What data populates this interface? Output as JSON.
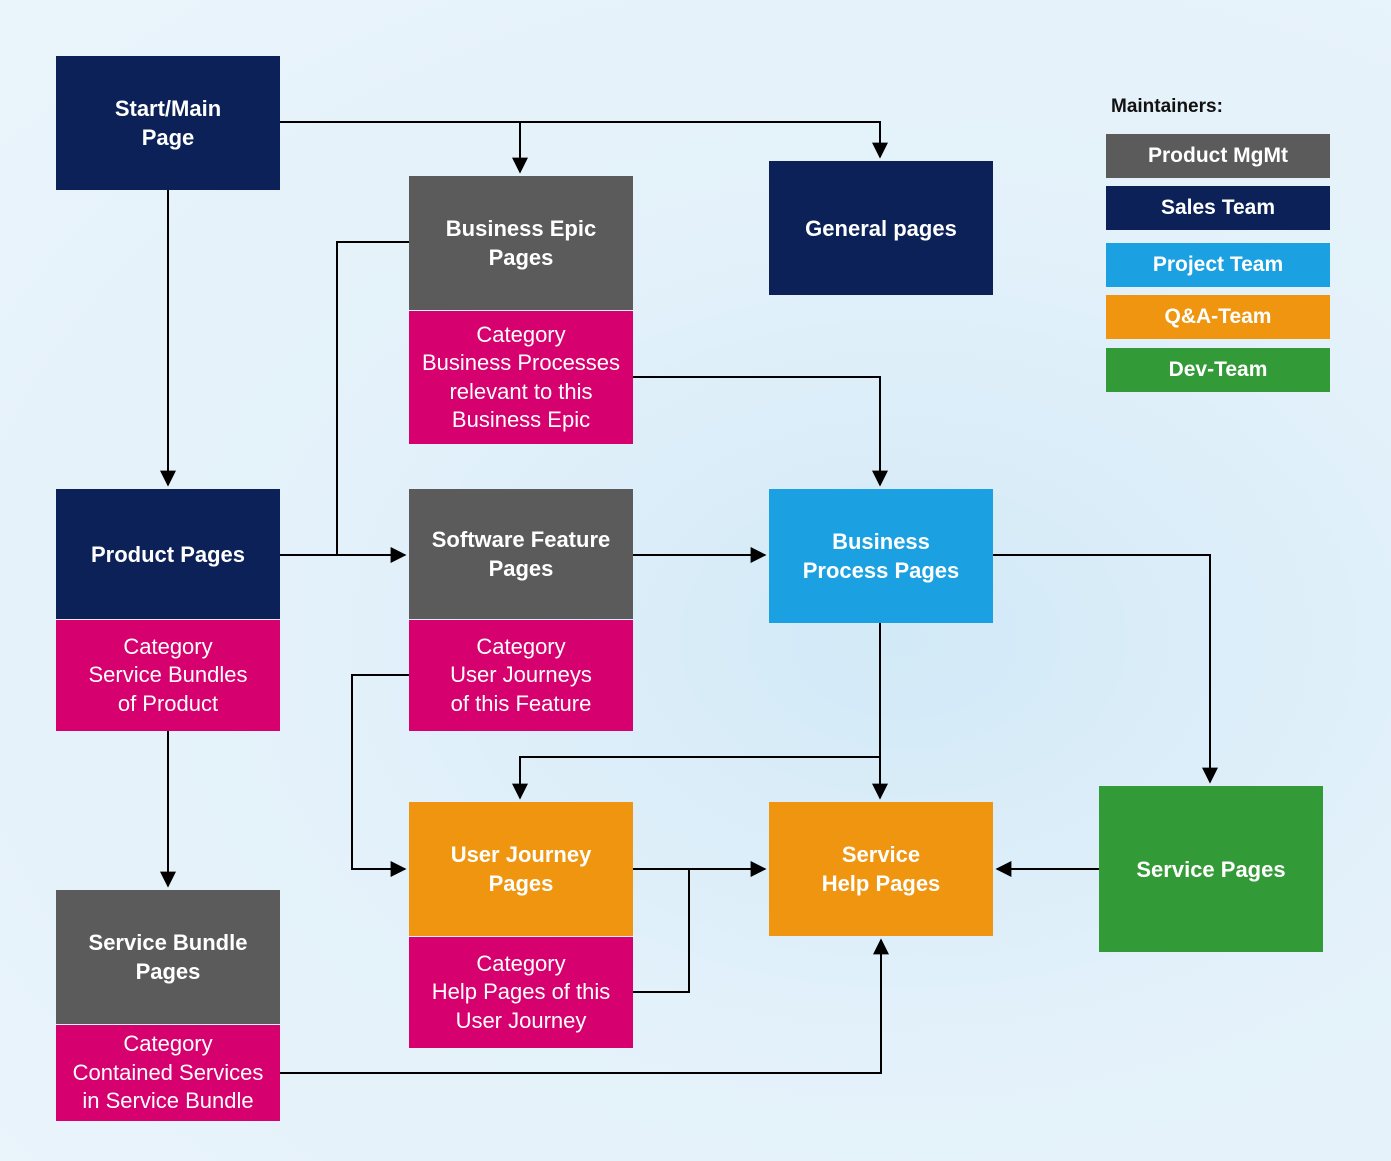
{
  "nodes": {
    "start": "Start/Main\nPage",
    "business_epic": "Business Epic\nPages",
    "business_epic_category": "Category\nBusiness Processes\nrelevant to this\nBusiness Epic",
    "general": "General pages",
    "product": "Product Pages",
    "product_category": "Category\nService Bundles\nof Product",
    "software_feature": "Software Feature\nPages",
    "software_feature_category": "Category\nUser Journeys\nof this Feature",
    "business_process": "Business\nProcess Pages",
    "user_journey": "User Journey\nPages",
    "user_journey_category": "Category\nHelp Pages of this\nUser Journey",
    "service_help": "Service\nHelp Pages",
    "service_pages": "Service Pages",
    "service_bundle": "Service Bundle\nPages",
    "service_bundle_category": "Category\nContained Services\nin Service Bundle"
  },
  "legend": {
    "title": "Maintainers:",
    "items": [
      {
        "label": "Product MgMt",
        "color": "#5b5b5b"
      },
      {
        "label": "Sales Team",
        "color": "#0b2158"
      },
      {
        "label": "Project Team",
        "color": "#1ba1e2"
      },
      {
        "label": "Q&A-Team",
        "color": "#f0950f"
      },
      {
        "label": "Dev-Team",
        "color": "#329a36"
      }
    ]
  },
  "colors": {
    "product_mgmt": "#5b5b5b",
    "sales_team": "#0b2158",
    "project_team": "#1ba1e2",
    "qa_team": "#f0950f",
    "dev_team": "#329a36",
    "category": "#d6006e"
  }
}
